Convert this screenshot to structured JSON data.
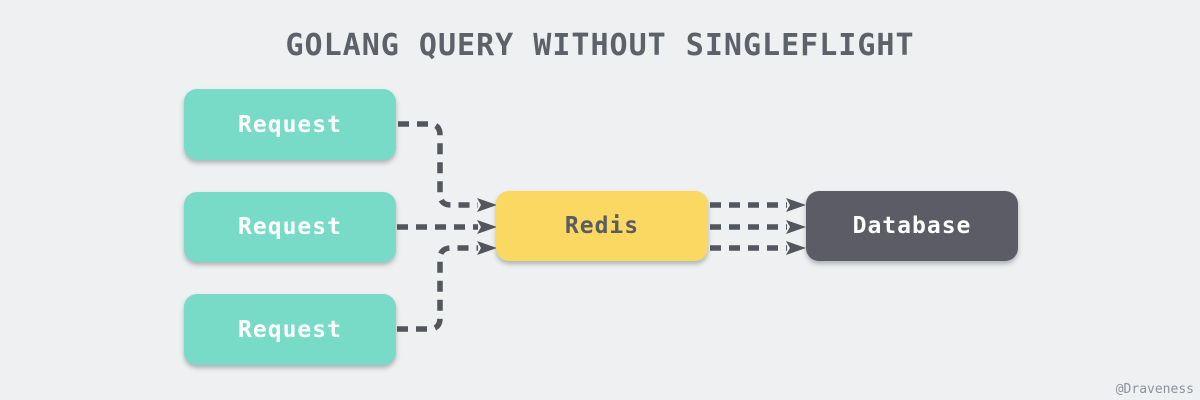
{
  "title": "GOLANG QUERY WITHOUT SINGLEFLIGHT",
  "watermark": "@Draveness",
  "colors": {
    "background": "#eff0f2",
    "request_fill": "#78dbc7",
    "request_text": "#ffffff",
    "redis_fill": "#fad861",
    "redis_text": "#5a5c63",
    "database_fill": "#5c5c66",
    "database_text": "#ffffff",
    "edge": "#54565e",
    "title_text": "#5d6169",
    "watermark_text": "#8d939b"
  },
  "nodes": {
    "request1": {
      "label": "Request"
    },
    "request2": {
      "label": "Request"
    },
    "request3": {
      "label": "Request"
    },
    "redis": {
      "label": "Redis"
    },
    "database": {
      "label": "Database"
    }
  },
  "edges": [
    {
      "from": "request1",
      "to": "redis",
      "style": "dashed-arrow"
    },
    {
      "from": "request2",
      "to": "redis",
      "style": "dashed-arrow"
    },
    {
      "from": "request3",
      "to": "redis",
      "style": "dashed-arrow"
    },
    {
      "from": "redis",
      "to": "database",
      "style": "dashed-arrow"
    },
    {
      "from": "redis",
      "to": "database",
      "style": "dashed-arrow"
    },
    {
      "from": "redis",
      "to": "database",
      "style": "dashed-arrow"
    }
  ]
}
